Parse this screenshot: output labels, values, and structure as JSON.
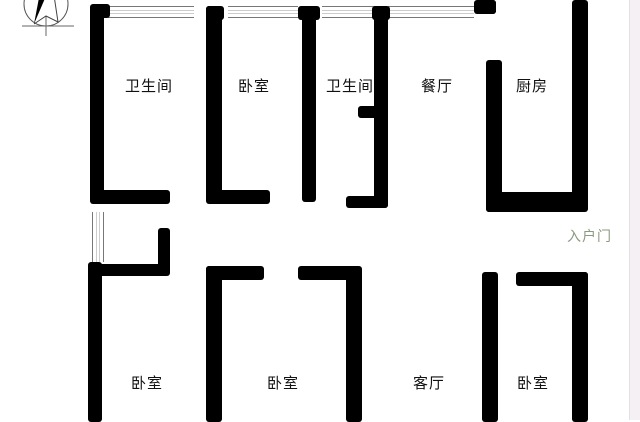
{
  "diagram": {
    "type": "floor-plan",
    "colors": {
      "wall": "#000000",
      "background": "#ffffff",
      "entry_label": "#8a9a80",
      "window_line": "#777777"
    },
    "compass": {
      "icon": "north-arrow-compass"
    },
    "rooms": [
      {
        "id": "bathroom-1",
        "label": "卫生间"
      },
      {
        "id": "bedroom-top",
        "label": "卧室"
      },
      {
        "id": "bathroom-2",
        "label": "卫生间"
      },
      {
        "id": "dining",
        "label": "餐厅"
      },
      {
        "id": "kitchen",
        "label": "厨房"
      },
      {
        "id": "bedroom-bottom-left",
        "label": "卧室"
      },
      {
        "id": "bedroom-bottom-middle",
        "label": "卧室"
      },
      {
        "id": "living",
        "label": "客厅"
      },
      {
        "id": "bedroom-bottom-right",
        "label": "卧室"
      }
    ],
    "entry": {
      "label": "入户门"
    }
  }
}
